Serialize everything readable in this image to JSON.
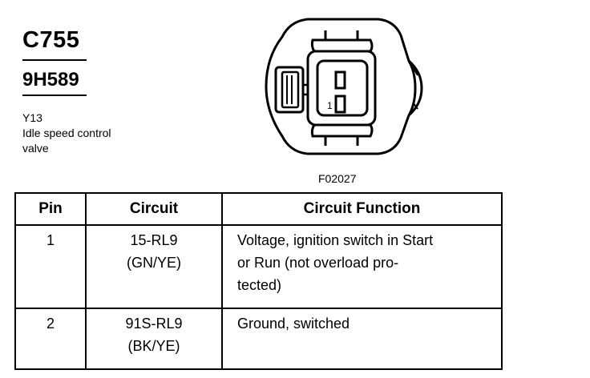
{
  "connector": {
    "id": "C755",
    "part_number": "9H589",
    "designator": "Y13",
    "description_lines": [
      "Idle speed control",
      "valve"
    ]
  },
  "figure": {
    "label": "F02027",
    "pin_marker": "1"
  },
  "table": {
    "headers": [
      "Pin",
      "Circuit",
      "Circuit Function"
    ],
    "rows": [
      {
        "pin": "1",
        "circuit_lines": [
          "15-RL9",
          "(GN/YE)"
        ],
        "function_lines": [
          "Voltage, ignition switch in Start",
          "or Run (not overload pro-",
          "tected)"
        ]
      },
      {
        "pin": "2",
        "circuit_lines": [
          "91S-RL9",
          "(BK/YE)"
        ],
        "function_lines": [
          "Ground, switched"
        ]
      }
    ]
  }
}
